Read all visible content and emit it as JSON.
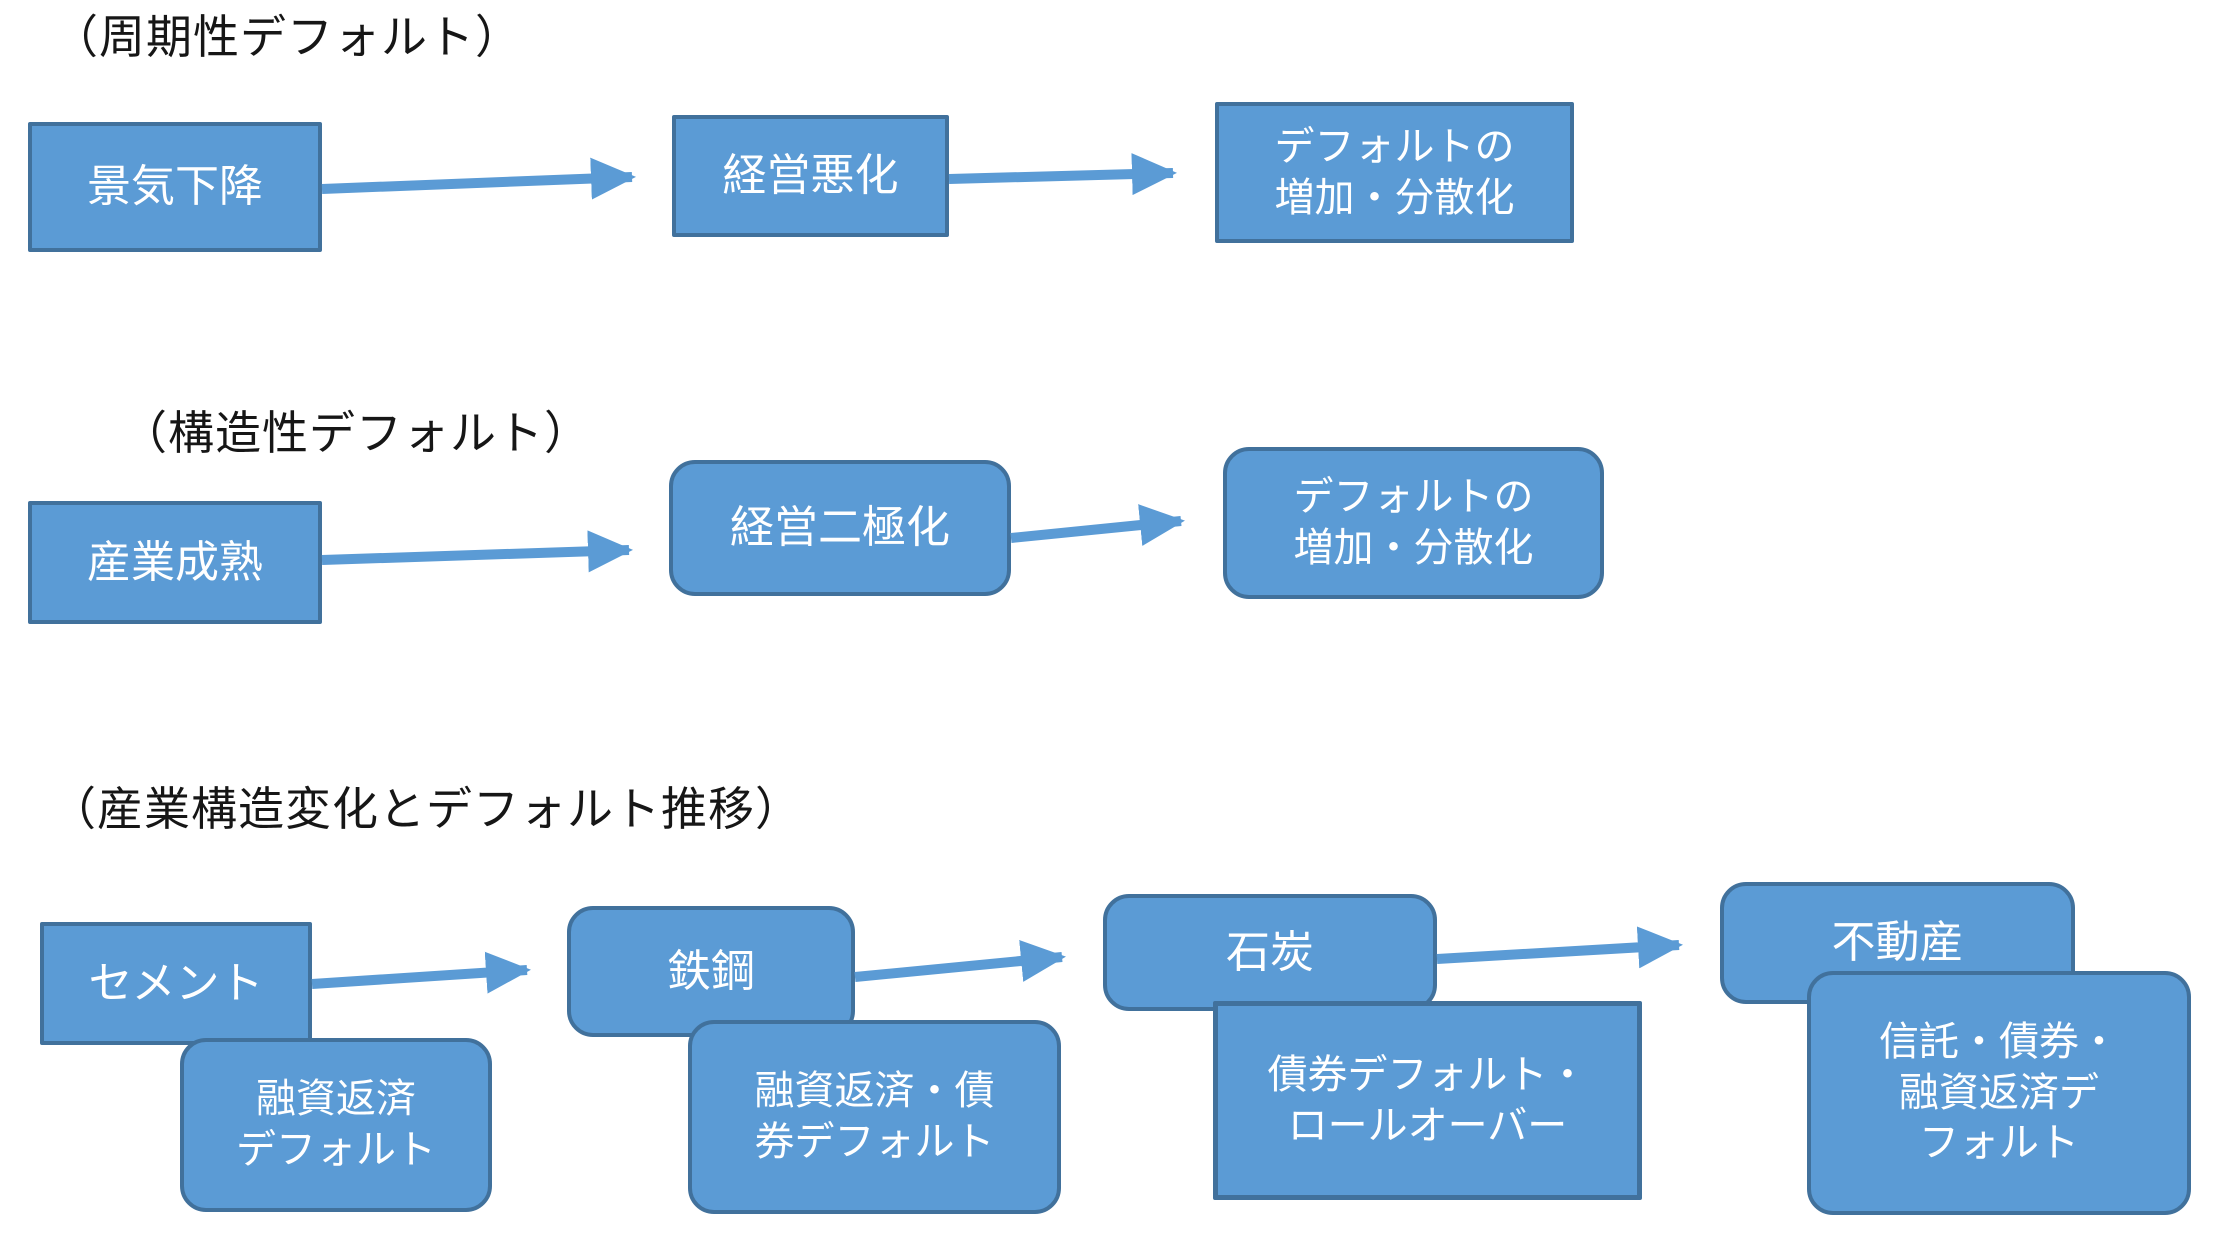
{
  "diagram": {
    "colors": {
      "box_fill": "#5B9BD5",
      "box_border": "#41719C",
      "arrow": "#5B9BD5",
      "box_text": "#FFFFFF",
      "title_text": "#161616"
    },
    "sections": [
      {
        "title": "（周期性デフォルト）",
        "nodes": [
          {
            "label": "景気下降"
          },
          {
            "label": "経営悪化"
          },
          {
            "label": "デフォルトの\n増加・分散化"
          }
        ]
      },
      {
        "title": "（構造性デフォルト）",
        "nodes": [
          {
            "label": "産業成熟"
          },
          {
            "label": "経営二極化"
          },
          {
            "label": "デフォルトの\n増加・分散化"
          }
        ]
      },
      {
        "title": "（産業構造変化とデフォルト推移）",
        "nodes": [
          {
            "label": "セメント",
            "sub_label": "融資返済\nデフォルト"
          },
          {
            "label": "鉄鋼",
            "sub_label": "融資返済・債\n券デフォルト"
          },
          {
            "label": "石炭",
            "sub_label": "債券デフォルト・\nロールオーバー"
          },
          {
            "label": "不動産",
            "sub_label": "信託・債券・\n融資返済デ\nフォルト"
          }
        ]
      }
    ]
  }
}
